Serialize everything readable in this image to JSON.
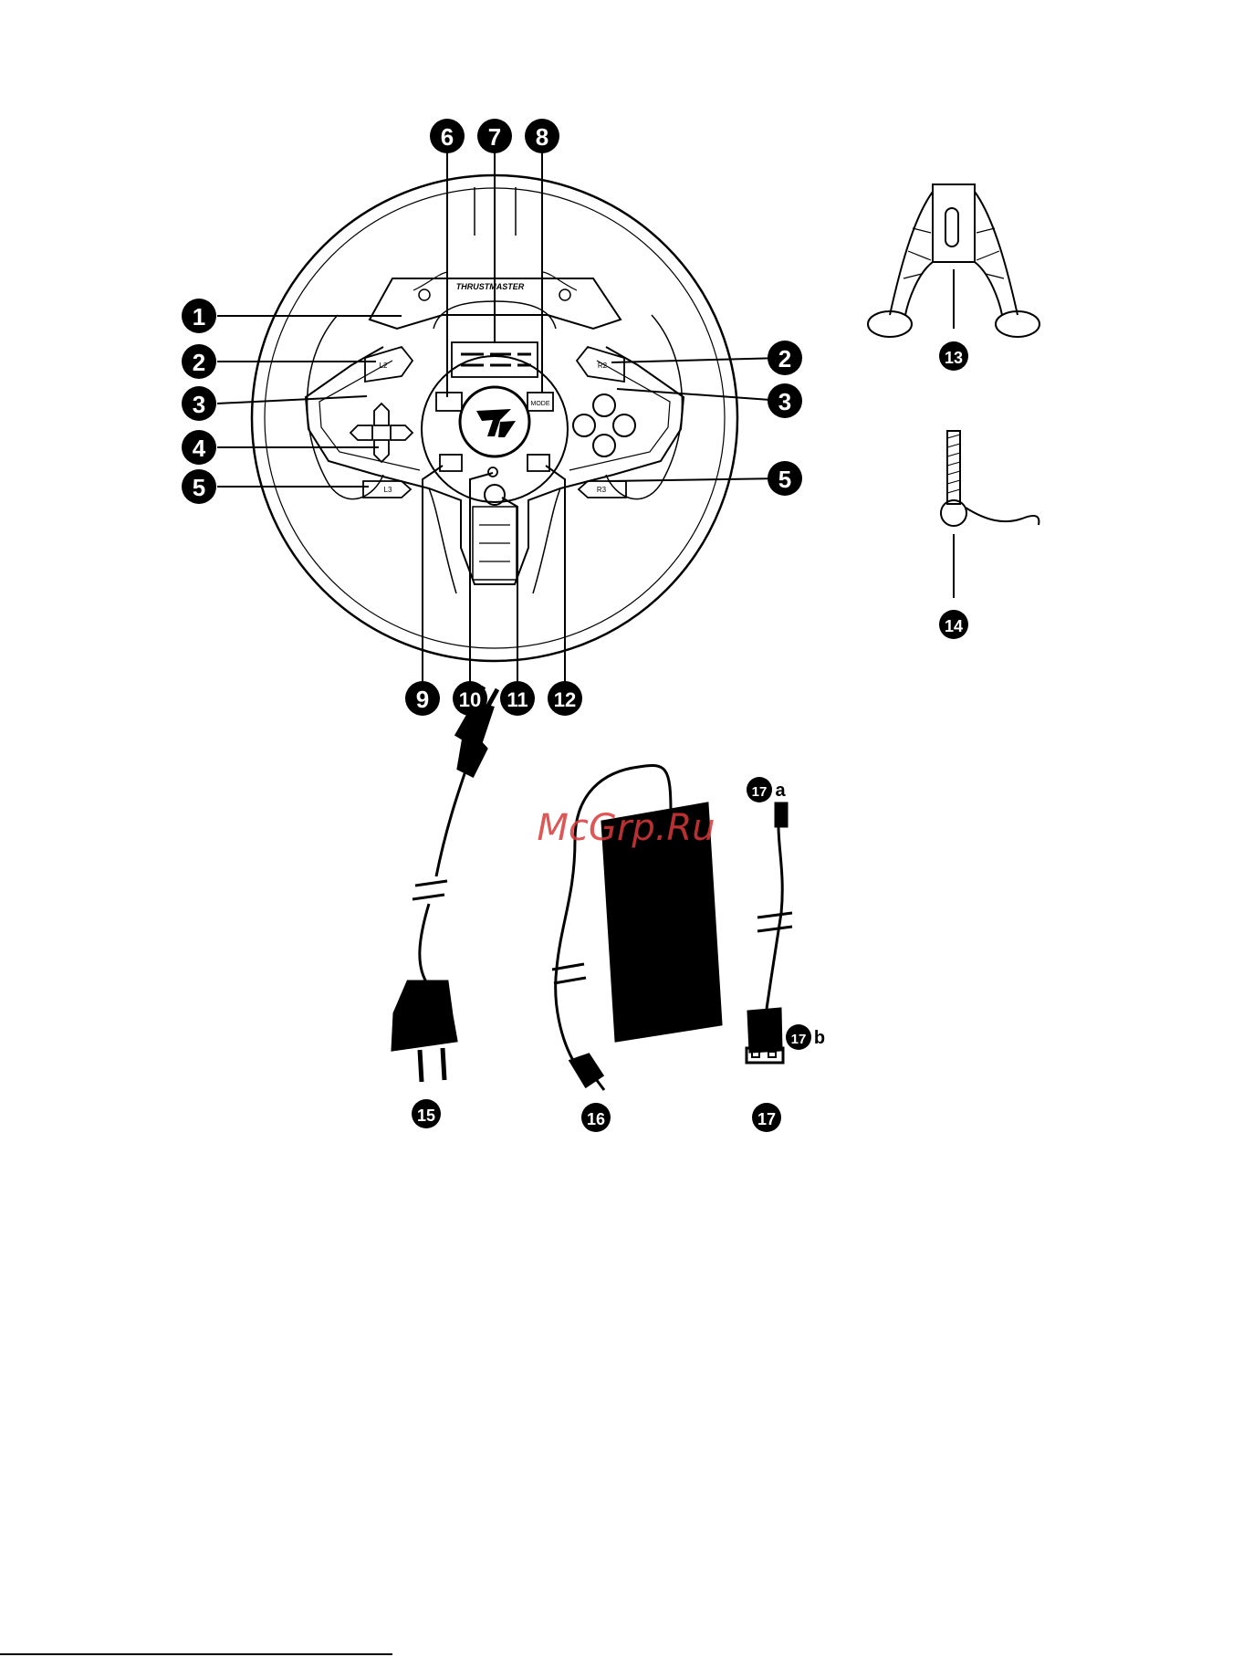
{
  "wheel": {
    "brand": "THRUSTMASTER",
    "buttons": {
      "l2": "L2",
      "r2": "R2",
      "l3": "L3",
      "r3": "R3",
      "mode": "MODE"
    }
  },
  "callouts": {
    "c1": "1",
    "c2": "2",
    "c3": "3",
    "c4": "4",
    "c5": "5",
    "c6": "6",
    "c7": "7",
    "c8": "8",
    "c9": "9",
    "c10": "10",
    "c11": "11",
    "c12": "12",
    "c13": "13",
    "c14": "14",
    "c15": "15",
    "c16": "16",
    "c17": "17",
    "c17a": "17",
    "c17b": "17",
    "sub_a": "a",
    "sub_b": "b"
  },
  "watermark": "McGrp.Ru"
}
